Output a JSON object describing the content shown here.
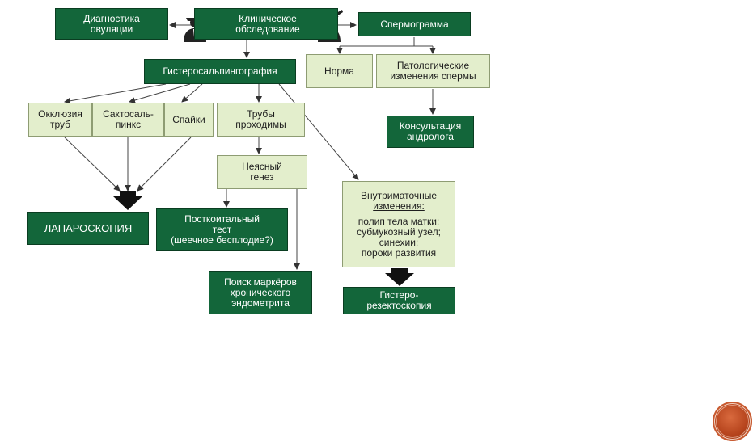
{
  "nodes": {
    "ovulation": [
      "Диагностика",
      "овуляции"
    ],
    "clinical": [
      "Клиническое",
      "обследование"
    ],
    "spermogram": [
      "Спермограмма"
    ],
    "hsg": [
      "Гистеросальпингография"
    ],
    "norm": [
      "Норма"
    ],
    "pathology": [
      "Патологические",
      "изменения спермы"
    ],
    "andrologist": [
      "Консультация",
      "андролога"
    ],
    "occlusion": [
      "Окклюзия",
      "труб"
    ],
    "sactosalpinx": [
      "Сактосаль-",
      "пинкс"
    ],
    "adhesions": [
      "Спайки"
    ],
    "patent": [
      "Трубы",
      "проходимы"
    ],
    "unclear": [
      "Неясный",
      "генез"
    ],
    "intrauterine_title": [
      "Внутриматочные",
      "изменения:"
    ],
    "intrauterine_items": [
      "полип тела матки;",
      "субмукозный узел;",
      "синехии;",
      "пороки развития"
    ],
    "laparoscopy": [
      "ЛАПАРОСКОПИЯ"
    ],
    "postcoital": [
      "Посткоитальный",
      "тест",
      "(шеечное бесплодие?)"
    ],
    "markers": [
      "Поиск маркёров",
      "хронического",
      "эндометрита"
    ],
    "hysteroresectoscopy": [
      "Гистеро-",
      "резектоскопия"
    ]
  },
  "colors": {
    "dark_box": "#13663a",
    "light_box": "#e3eecc",
    "badge": "#b5431c"
  },
  "icons": [
    "doctor-silhouette-icon",
    "doctor-silhouette-icon",
    "logo-badge-icon"
  ]
}
